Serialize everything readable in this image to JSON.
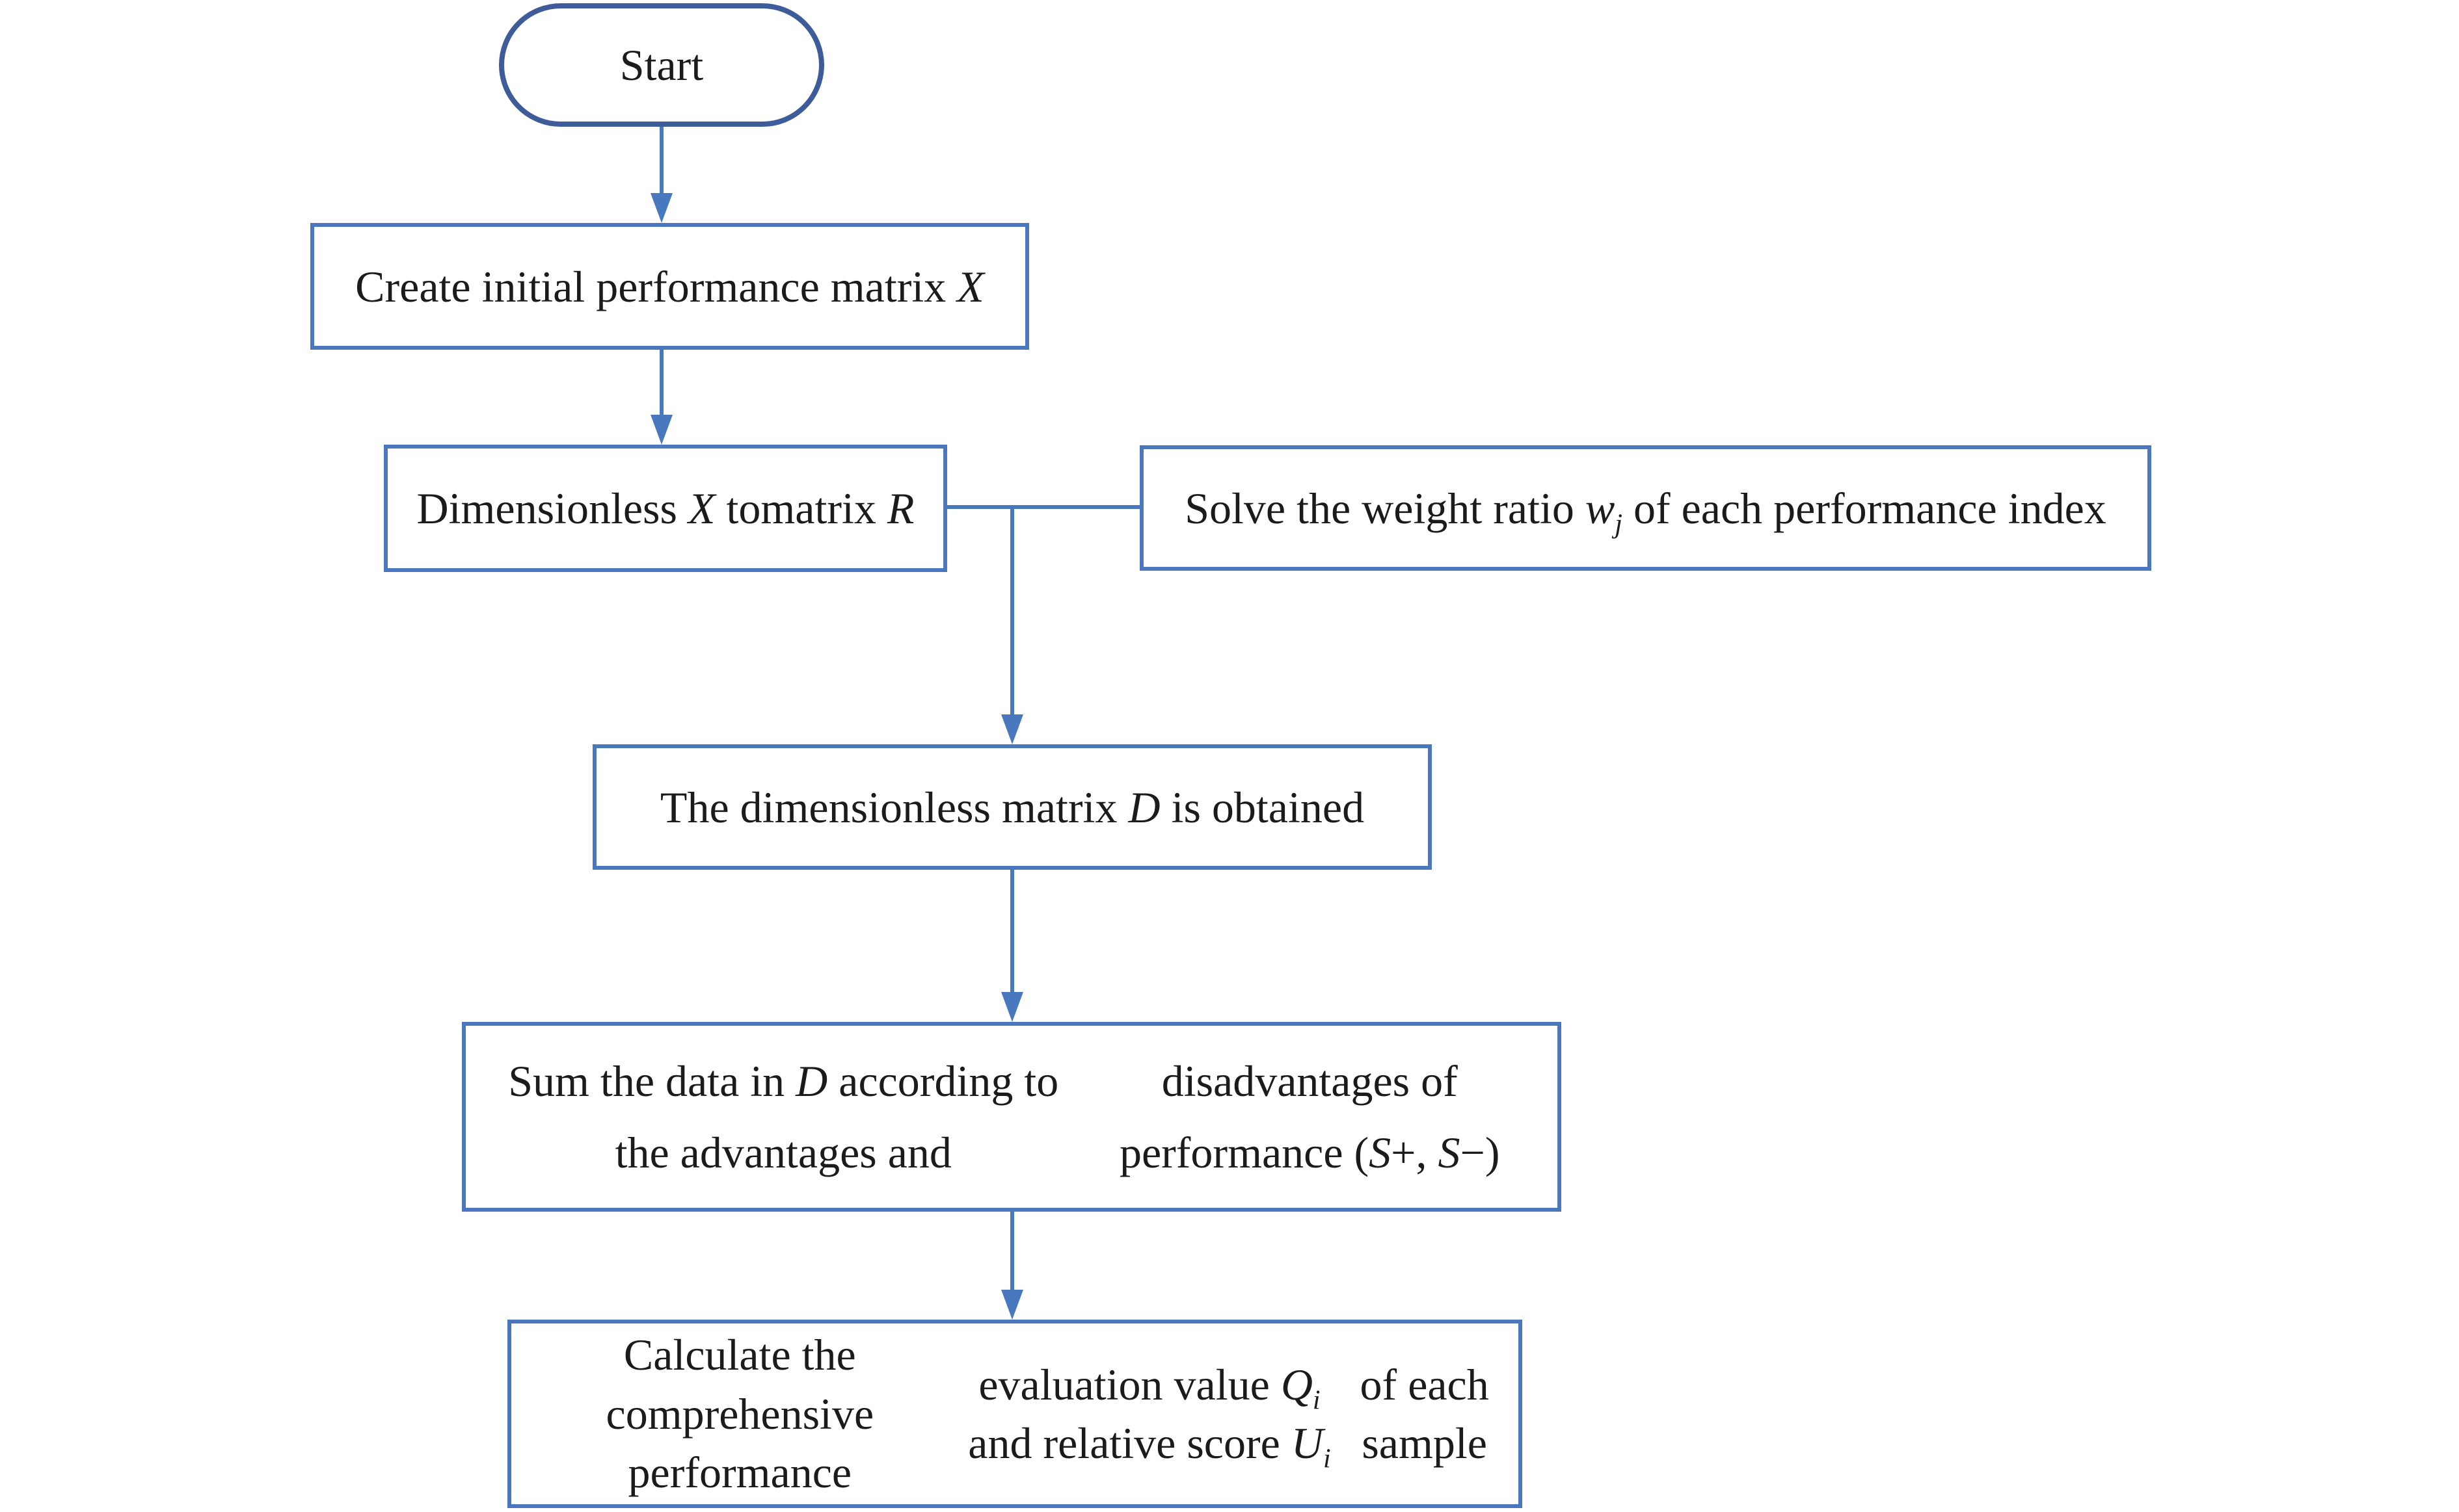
{
  "flowchart": {
    "title": "TOPSIS comprehensive performance evaluation flowchart",
    "colors": {
      "background": "#ffffff",
      "oval_border": "#3e5c9a",
      "box_border": "#4b77be",
      "connector": "#4878be",
      "text": "#1b1b1b"
    },
    "nodes": {
      "start": {
        "label": "Start"
      },
      "create_matrix": {
        "lines": [
          [
            {
              "t": "Create initial performance matrix "
            },
            {
              "t": "X",
              "i": true
            }
          ]
        ]
      },
      "dimensionless_x": {
        "lines": [
          [
            {
              "t": "Dimensionless "
            },
            {
              "t": "X",
              "i": true
            },
            {
              "t": " to"
            }
          ],
          [
            {
              "t": "matrix "
            },
            {
              "t": "R",
              "i": true
            }
          ]
        ]
      },
      "solve_weight": {
        "lines": [
          [
            {
              "t": "Solve the weight ratio "
            },
            {
              "t": "w",
              "i": true
            },
            {
              "t": "j",
              "i": true,
              "sub": true
            },
            {
              "t": " of each performance index"
            }
          ]
        ]
      },
      "matrix_d": {
        "lines": [
          [
            {
              "t": "The dimensionless matrix "
            },
            {
              "t": "D",
              "i": true
            },
            {
              "t": " is obtained"
            }
          ]
        ]
      },
      "sum_data": {
        "lines": [
          [
            {
              "t": "Sum the data in "
            },
            {
              "t": "D",
              "i": true
            },
            {
              "t": " according to the advantages and"
            }
          ],
          [
            {
              "t": "disadvantages of performance ("
            },
            {
              "t": "S",
              "i": true
            },
            {
              "t": "+, "
            },
            {
              "t": "S",
              "i": true
            },
            {
              "t": "−)"
            }
          ]
        ]
      },
      "calculate": {
        "lines": [
          [
            {
              "t": "Calculate the comprehensive performance"
            }
          ],
          [
            {
              "t": "evaluation value "
            },
            {
              "t": "Q",
              "i": true
            },
            {
              "t": "i",
              "i": true,
              "sub": true
            },
            {
              "t": " and relative score "
            },
            {
              "t": "U",
              "i": true
            },
            {
              "t": "i",
              "i": true,
              "sub": true
            }
          ],
          [
            {
              "t": "of each sample"
            }
          ]
        ]
      }
    }
  }
}
